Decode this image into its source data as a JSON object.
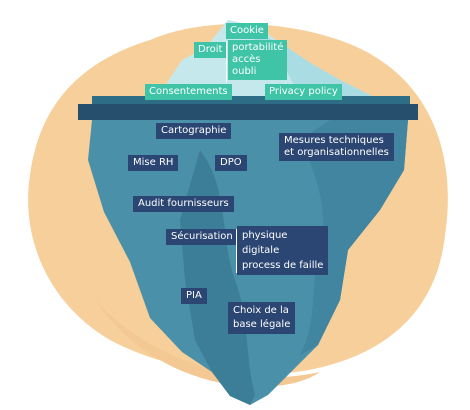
{
  "colors": {
    "sand": "#f6cf9b",
    "water_top": "#2d6d86",
    "water_band": "#254f6c",
    "ice_above": "#c5e8ec",
    "ice_below": "#4a90a8",
    "ice_below_dark": "#3c7d98",
    "label_teal": "#3fc4a8",
    "label_navy": "#2b4672"
  },
  "above_water": {
    "cookie": "Cookie",
    "droit": "Droit",
    "droit_items": [
      "portabilité",
      "accès",
      "oubli"
    ],
    "consentements": "Consentements",
    "privacy_policy": "Privacy policy"
  },
  "below_water": {
    "cartographie": "Cartographie",
    "mesures_lines": [
      "Mesures techniques",
      "et organisationnelles"
    ],
    "mise_rh": "Mise RH",
    "dpo": "DPO",
    "audit": "Audit fournisseurs",
    "securisation": "Sécurisation",
    "securisation_items": [
      "physique",
      "digitale",
      "process de faille"
    ],
    "pia": "PIA",
    "choix_lines": [
      "Choix de la",
      "base légale"
    ]
  }
}
